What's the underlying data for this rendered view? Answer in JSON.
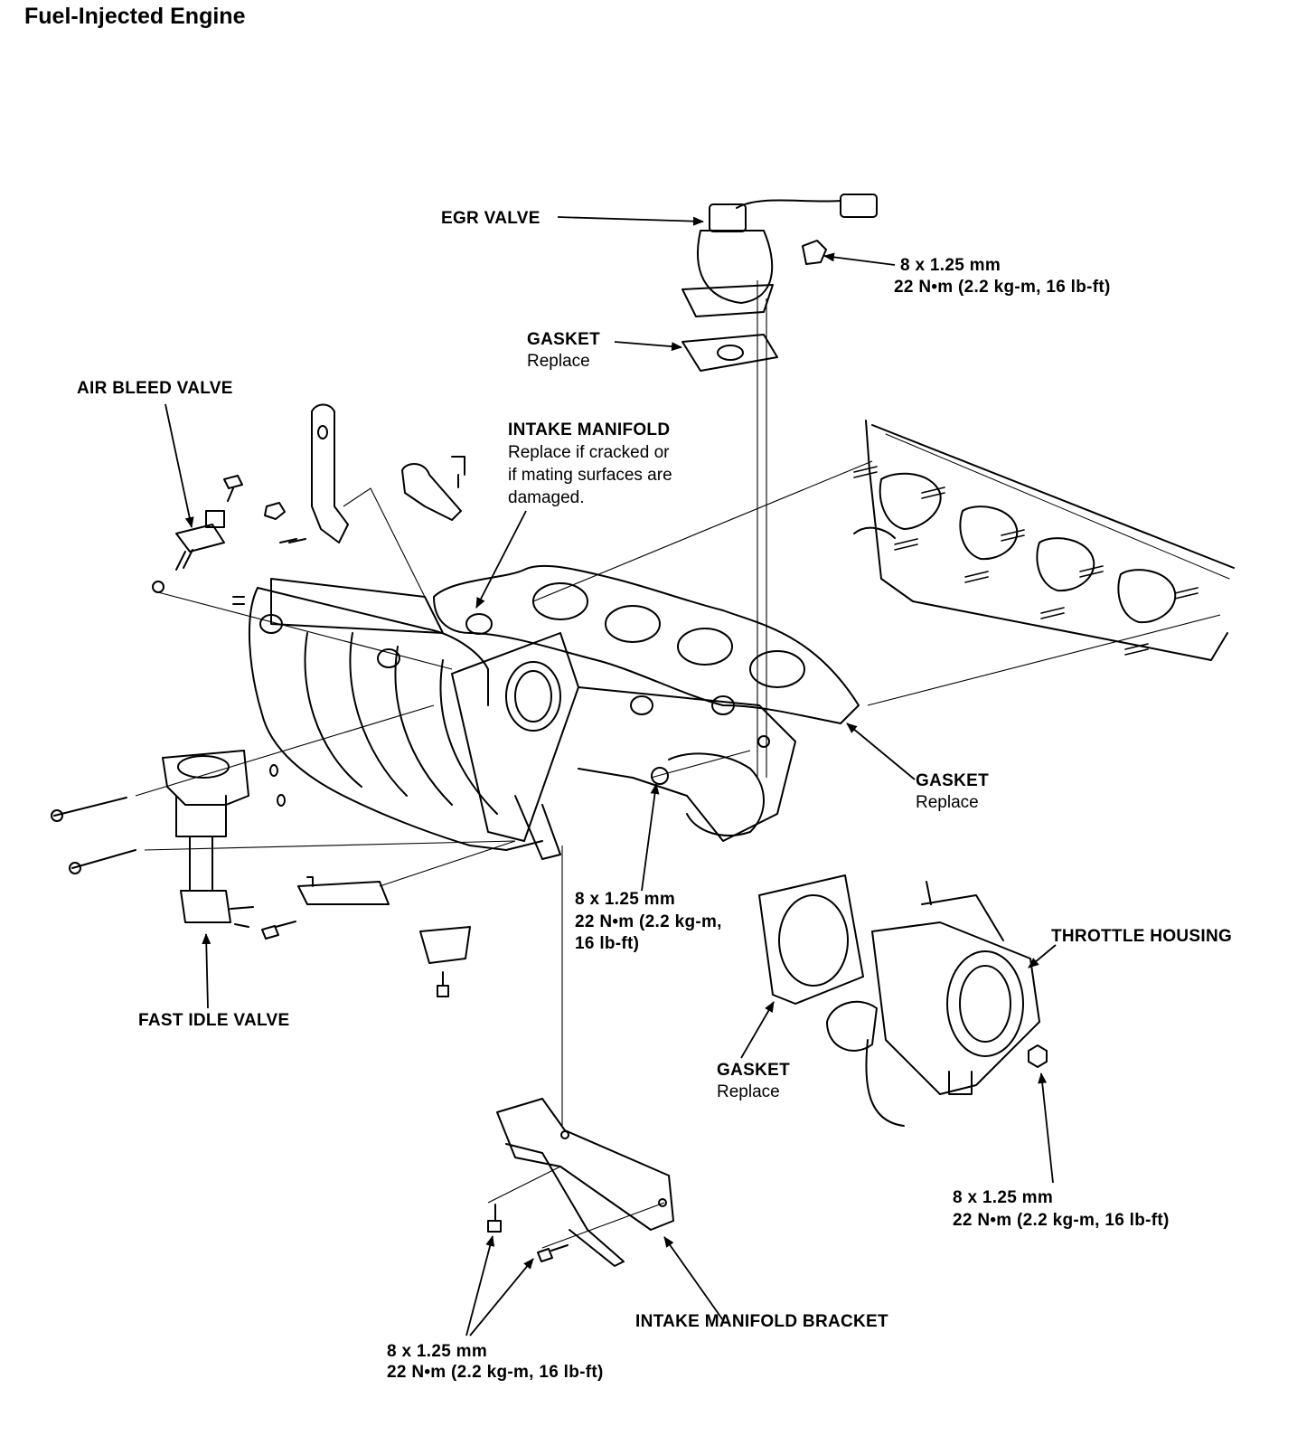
{
  "title": "Fuel-Injected Engine",
  "labels": {
    "egr_valve": "EGR VALVE",
    "egr_nut_size": "8 x 1.25 mm",
    "egr_nut_torque": "22 N•m (2.2 kg-m, 16 lb-ft)",
    "egr_gasket": "GASKET",
    "egr_gasket_note": "Replace",
    "air_bleed_valve": "AIR BLEED VALVE",
    "intake_manifold": "INTAKE MANIFOLD",
    "intake_manifold_note_1": "Replace if cracked or",
    "intake_manifold_note_2": "if mating surfaces are",
    "intake_manifold_note_3": "damaged.",
    "manifold_gasket": "GASKET",
    "manifold_gasket_note": "Replace",
    "center_nut_size": "8 x 1.25 mm",
    "center_nut_torque_1": "22 N•m (2.2 kg-m,",
    "center_nut_torque_2": "16 lb-ft)",
    "throttle_housing": "THROTTLE HOUSING",
    "fast_idle_valve": "FAST IDLE VALVE",
    "throttle_gasket": "GASKET",
    "throttle_gasket_note": "Replace",
    "throttle_nut_size": "8 x 1.25 mm",
    "throttle_nut_torque": "22 N•m (2.2 kg-m, 16 lb-ft)",
    "bracket": "INTAKE MANIFOLD BRACKET",
    "bracket_bolt_size": "8 x 1.25 mm",
    "bracket_bolt_torque": "22 N•m (2.2 kg-m, 16 lb-ft)"
  }
}
